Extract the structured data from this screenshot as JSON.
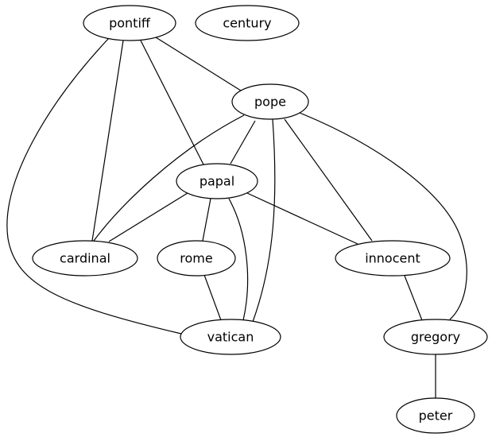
{
  "graph": {
    "nodes": [
      {
        "id": "pontiff",
        "label": "pontiff"
      },
      {
        "id": "century",
        "label": "century"
      },
      {
        "id": "pope",
        "label": "pope"
      },
      {
        "id": "papal",
        "label": "papal"
      },
      {
        "id": "cardinal",
        "label": "cardinal"
      },
      {
        "id": "rome",
        "label": "rome"
      },
      {
        "id": "innocent",
        "label": "innocent"
      },
      {
        "id": "vatican",
        "label": "vatican"
      },
      {
        "id": "gregory",
        "label": "gregory"
      },
      {
        "id": "peter",
        "label": "peter"
      }
    ],
    "edges": [
      {
        "source": "pontiff",
        "target": "pope"
      },
      {
        "source": "pontiff",
        "target": "papal"
      },
      {
        "source": "pontiff",
        "target": "cardinal"
      },
      {
        "source": "pontiff",
        "target": "vatican"
      },
      {
        "source": "pope",
        "target": "papal"
      },
      {
        "source": "pope",
        "target": "cardinal"
      },
      {
        "source": "pope",
        "target": "vatican"
      },
      {
        "source": "pope",
        "target": "innocent"
      },
      {
        "source": "pope",
        "target": "gregory"
      },
      {
        "source": "papal",
        "target": "cardinal"
      },
      {
        "source": "papal",
        "target": "rome"
      },
      {
        "source": "papal",
        "target": "vatican"
      },
      {
        "source": "papal",
        "target": "innocent"
      },
      {
        "source": "rome",
        "target": "vatican"
      },
      {
        "source": "innocent",
        "target": "gregory"
      },
      {
        "source": "gregory",
        "target": "peter"
      }
    ]
  }
}
